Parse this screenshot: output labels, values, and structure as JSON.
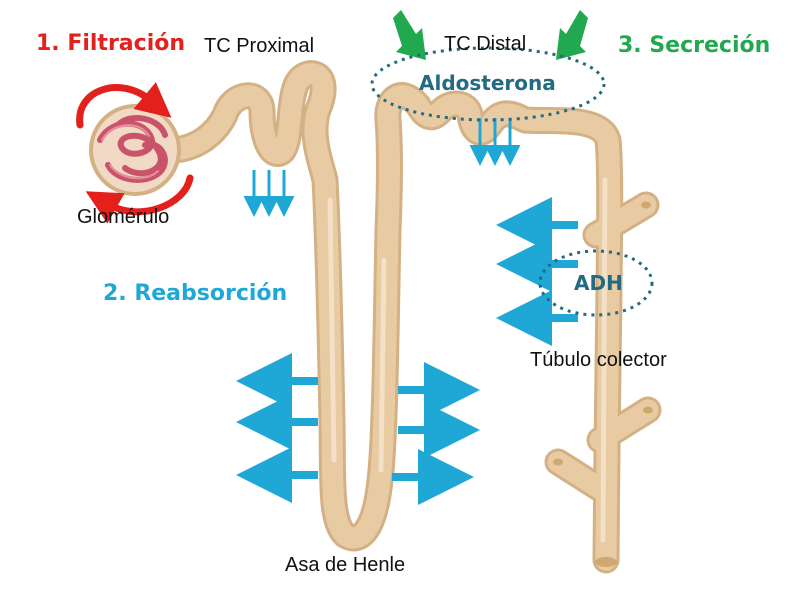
{
  "colors": {
    "tubule_fill": "#e8cba3",
    "tubule_edge": "#d4b184",
    "filtration": "#e3201b",
    "reabsorption": "#1fa8d6",
    "secretion": "#22a94f",
    "hormone": "#236a82",
    "glomerulus": "#c9536a"
  },
  "steps": {
    "filtration": "1. Filtración",
    "reabsorption": "2. Reabsorción",
    "secretion": "3. Secreción"
  },
  "structures": {
    "proximal": "TC Proximal",
    "distal": "TC Distal",
    "glomerulus": "Glomérulo",
    "henle": "Asa de Henle",
    "collector": "Túbulo colector"
  },
  "hormones": {
    "aldosterone": "Aldosterona",
    "adh": "ADH"
  },
  "icons": {
    "filtration_arrows": "circular-red-arrows-icon",
    "secretion_arrows": "green-arrow-down-icon",
    "reabsorption_arrows": "blue-arrow-icon"
  }
}
